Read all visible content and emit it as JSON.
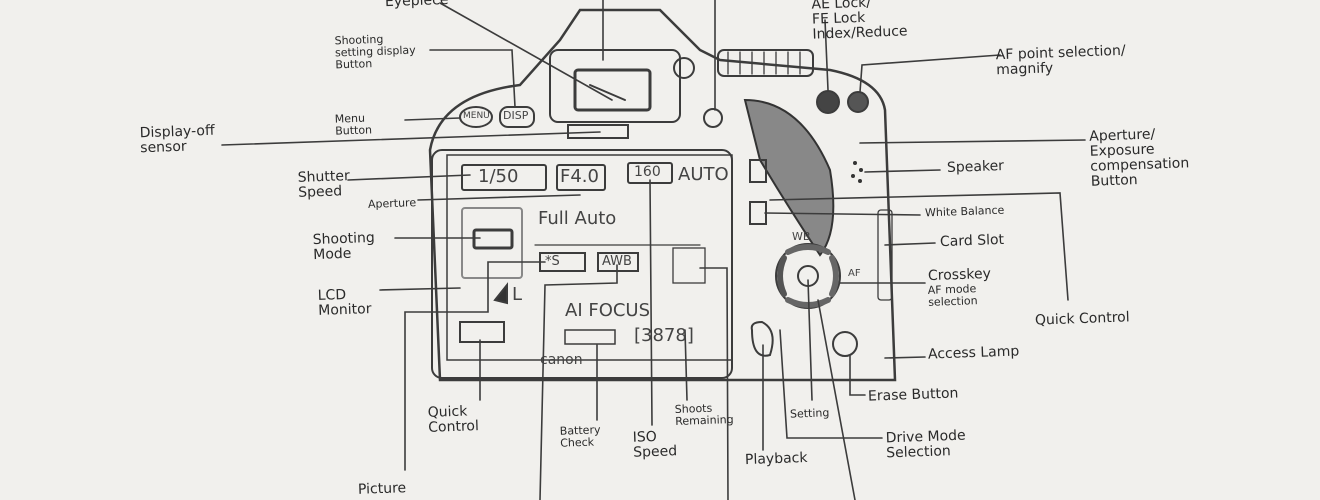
{
  "title": "Camera back annotated sketch",
  "labels": {
    "eyepiece": "Eyepiece",
    "ae_lock": "AE Lock/\nFE Lock\nIndex/Reduce",
    "af_point": "AF point selection/\nmagnify",
    "shooting_setting": "Shooting\nsetting display\nButton",
    "menu": "Menu\nButton",
    "display_off": "Display-off\nsensor",
    "shutter_speed": "Shutter\nSpeed",
    "aperture": "Aperture",
    "shooting_mode": "Shooting\nMode",
    "lcd_monitor": "LCD\nMonitor",
    "picture": "Picture",
    "quick_control_left": "Quick\nControl",
    "battery_check": "Battery\nCheck",
    "iso_speed": "ISO\nSpeed",
    "shoots_remaining": "Shoots\nRemaining",
    "playback": "Playback",
    "setting": "Setting",
    "erase": "Erase Button",
    "drive_mode": "Drive Mode\nSelection",
    "access_lamp": "Access Lamp",
    "quick_control_right": "Quick Control",
    "crosskey": "Crosskey",
    "af_mode": "AF mode\nselection",
    "card_slot": "Card Slot",
    "white_balance": "White Balance",
    "speaker": "Speaker",
    "aperture_exposure": "Aperture/\nExposure\ncompensation\nButton"
  },
  "lcd": {
    "shutter": "1/50",
    "aperture": "F4.0",
    "iso": "160",
    "iso_mode": "AUTO",
    "mode": "Full Auto",
    "picture_style": "*S",
    "wb": "AWB",
    "quality": "L",
    "af": "AI FOCUS",
    "shots": "[3878]",
    "brand": "canon"
  },
  "buttons": {
    "menu": "MENU",
    "disp": "DISP",
    "wb": "WB",
    "af": "AF"
  },
  "colors": {
    "paper": "#f1f0ed",
    "pencil": "#3a3a3a"
  }
}
